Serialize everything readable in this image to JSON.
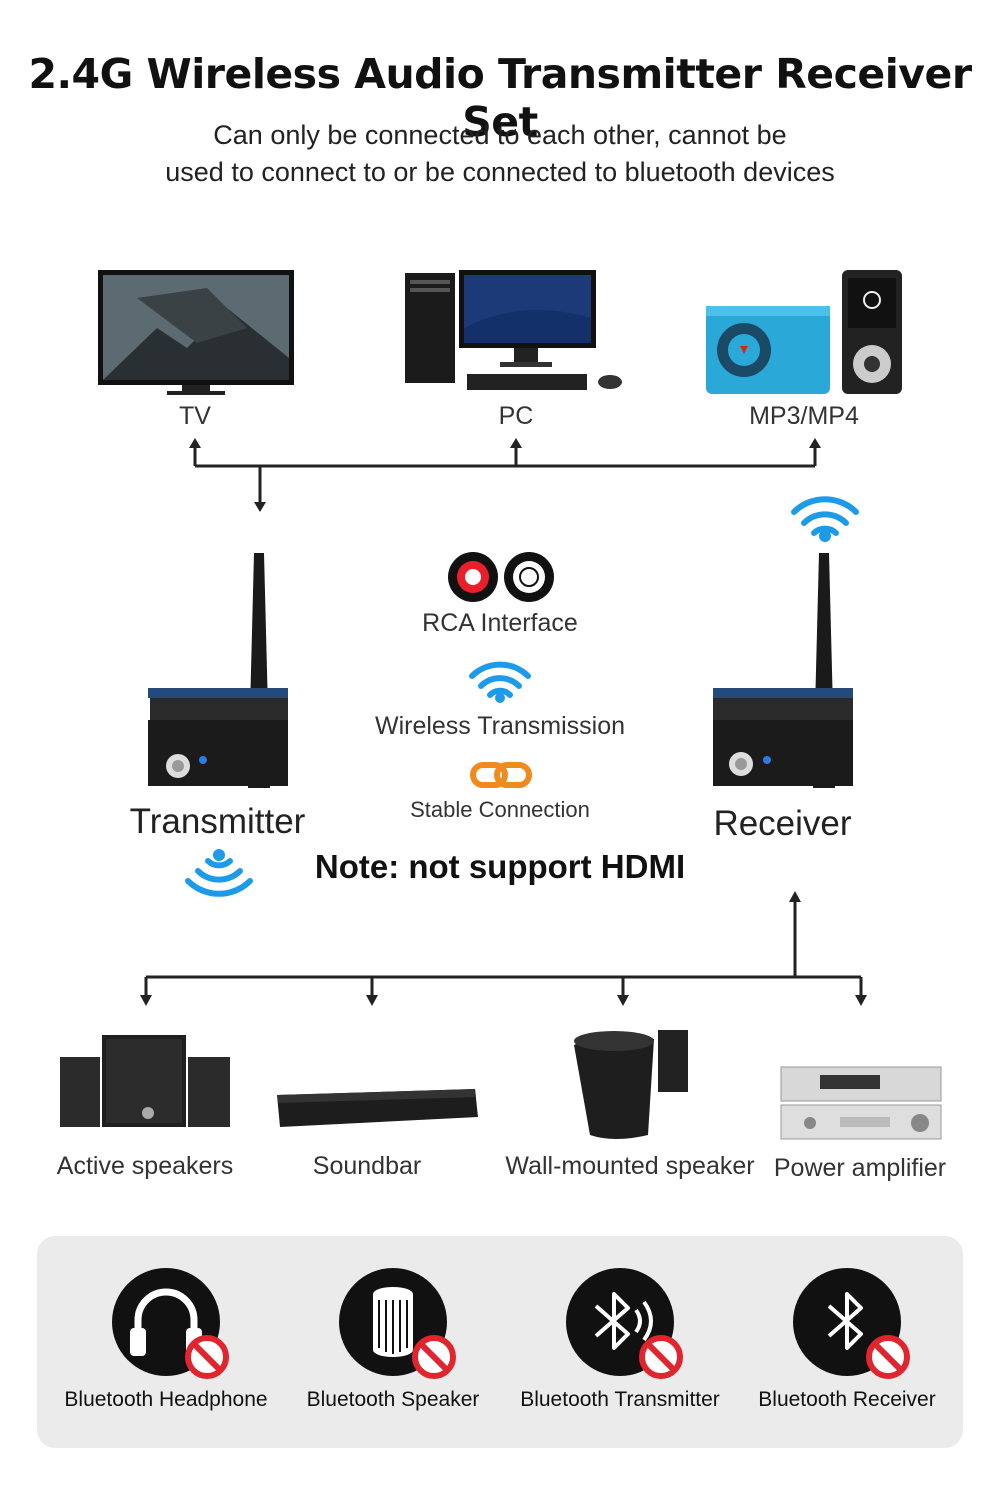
{
  "header": {
    "title": "2.4G Wireless Audio Transmitter Receiver Set",
    "subtitle_line1": "Can only be connected to each other,  cannot be",
    "subtitle_line2": "used to connect to or be connected to bluetooth devices"
  },
  "sources": [
    {
      "label": "TV",
      "icon": "tv-icon"
    },
    {
      "label": "PC",
      "icon": "desktop-pc-icon"
    },
    {
      "label": "MP3/MP4",
      "icon": "mp3-player-icon"
    }
  ],
  "devices": {
    "transmitter_label": "Transmitter",
    "receiver_label": "Receiver"
  },
  "features": [
    {
      "label": "RCA Interface",
      "icon": "rca-jack-icon"
    },
    {
      "label": "Wireless Transmission",
      "icon": "wifi-icon"
    },
    {
      "label": "Stable Connection",
      "icon": "link-icon"
    }
  ],
  "note": "Note: not support HDMI",
  "outputs": [
    {
      "label": "Active speakers",
      "icon": "speakers-icon"
    },
    {
      "label": "Soundbar",
      "icon": "soundbar-icon"
    },
    {
      "label": "Wall-mounted speaker",
      "icon": "wall-speaker-icon"
    },
    {
      "label": "Power amplifier",
      "icon": "amplifier-icon"
    }
  ],
  "incompatible": [
    {
      "label": "Bluetooth Headphone",
      "icon": "headphone-icon"
    },
    {
      "label": "Bluetooth Speaker",
      "icon": "speaker-icon"
    },
    {
      "label": "Bluetooth Transmitter",
      "icon": "bluetooth-transmitter-icon"
    },
    {
      "label": "Bluetooth Receiver",
      "icon": "bluetooth-receiver-icon"
    }
  ],
  "colors": {
    "wifi_blue": "#1e9be8",
    "rca_red": "#e8202a",
    "link_orange": "#f08a1c",
    "prohibit_red": "#e0252e",
    "panel_gray": "#ebebeb"
  }
}
